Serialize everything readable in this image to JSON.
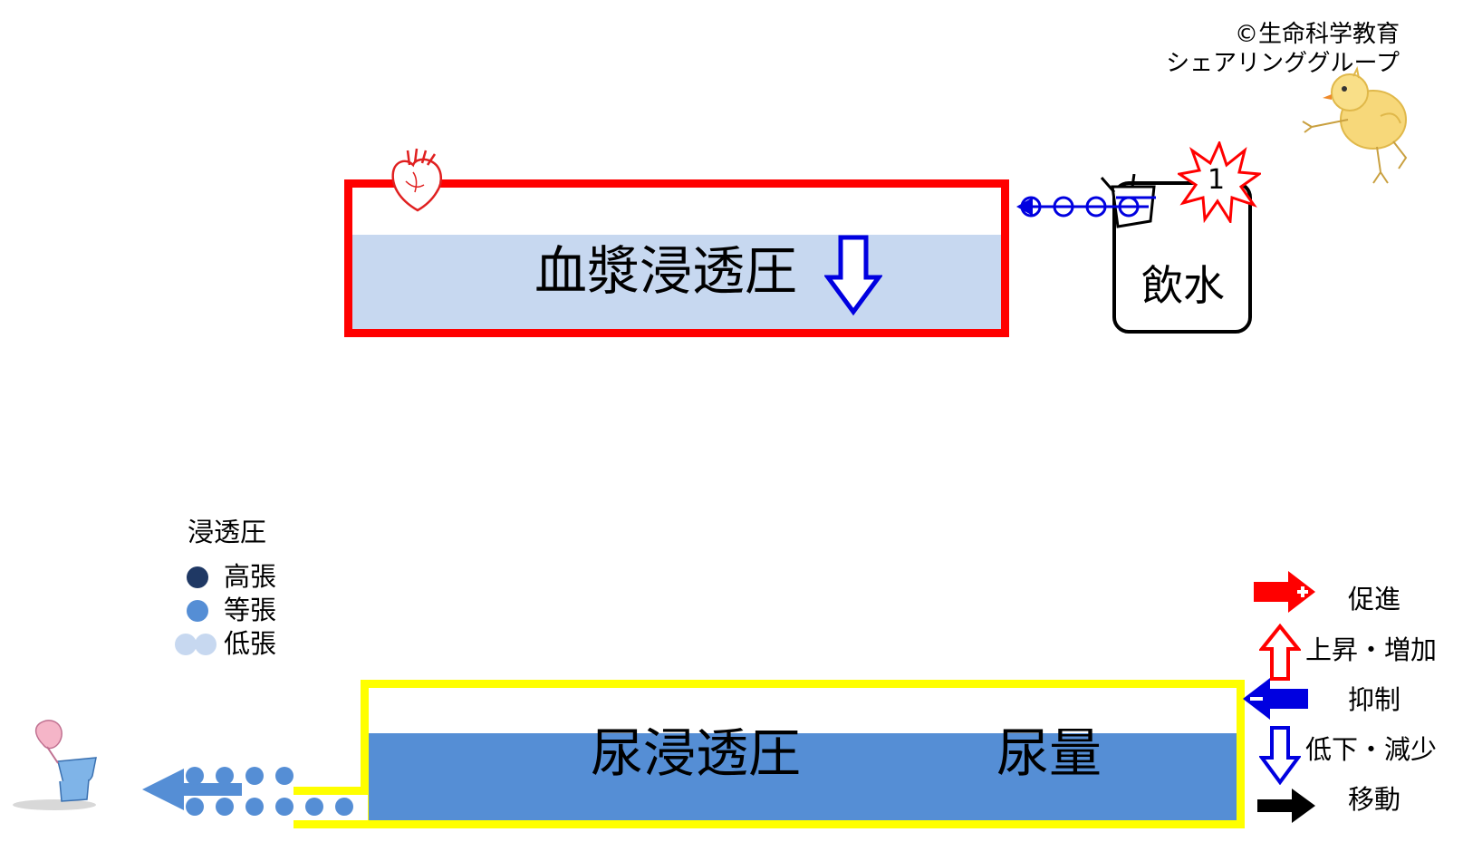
{
  "copyright": {
    "line1": "©生命科学教育",
    "line2": "シェアリンググループ"
  },
  "plasma": {
    "label": "血漿浸透圧",
    "border_color": "#ff0000",
    "fill_color": "#c7d8f0",
    "trend": "down"
  },
  "water_intake": {
    "label": "飲水",
    "step_badge": "1"
  },
  "urine": {
    "label": "尿浸透圧",
    "volume_label": "尿量",
    "border_color": "#ffff00",
    "fill_color": "#558ed5"
  },
  "osmolarity_legend": {
    "title": "浸透圧",
    "items": [
      {
        "label": "高張",
        "color": "#1f3864"
      },
      {
        "label": "等張",
        "color": "#558ed5"
      },
      {
        "label": "低張",
        "color": "#c7d8f0"
      }
    ]
  },
  "arrow_legend": {
    "items": [
      {
        "label": "促進",
        "icon": "red-plus-arrow-right"
      },
      {
        "label": "上昇・増加",
        "icon": "red-outline-arrow-up"
      },
      {
        "label": "抑制",
        "icon": "blue-minus-arrow-left"
      },
      {
        "label": "低下・減少",
        "icon": "blue-outline-arrow-down"
      },
      {
        "label": "移動",
        "icon": "black-arrow-right"
      }
    ]
  },
  "icons": [
    "heart-icon",
    "cup-icon",
    "chick-icon",
    "toilet-icon",
    "explosion-badge-icon"
  ]
}
